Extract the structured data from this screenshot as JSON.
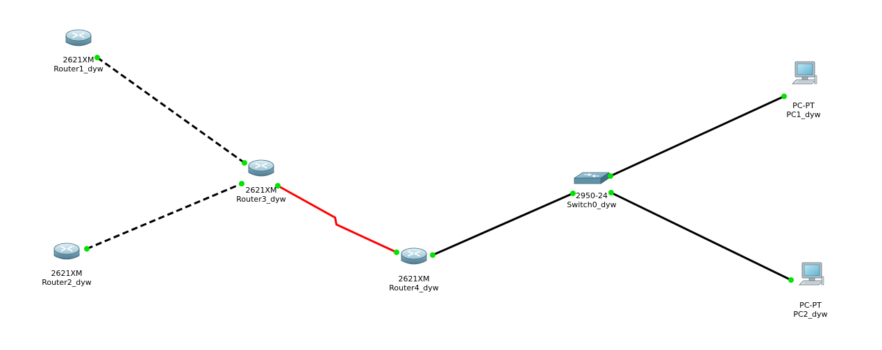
{
  "colors": {
    "link_up": "#00e400",
    "serial": "#ff0000",
    "cable": "#000000",
    "router_body": "#5d8ea3",
    "router_top": "#b9d7e3",
    "switch_body": "#5f92a8",
    "pc_body": "#c9d3d9"
  },
  "devices": [
    {
      "id": "r1",
      "type": "router",
      "model": "2621XM",
      "name": "Router1_dyw",
      "icon": "router-icon"
    },
    {
      "id": "r2",
      "type": "router",
      "model": "2621XM",
      "name": "Router2_dyw",
      "icon": "router-icon"
    },
    {
      "id": "r3",
      "type": "router",
      "model": "2621XM",
      "name": "Router3_dyw",
      "icon": "router-icon"
    },
    {
      "id": "r4",
      "type": "router",
      "model": "2621XM",
      "name": "Router4_dyw",
      "icon": "router-icon"
    },
    {
      "id": "sw0",
      "type": "switch",
      "model": "2950-24",
      "name": "Switch0_dyw",
      "icon": "switch-icon"
    },
    {
      "id": "pc1",
      "type": "pc",
      "model": "PC-PT",
      "name": "PC1_dyw",
      "icon": "pc-icon"
    },
    {
      "id": "pc2",
      "type": "pc",
      "model": "PC-PT",
      "name": "PC2_dyw",
      "icon": "pc-icon"
    }
  ],
  "links": [
    {
      "from": "r1",
      "to": "r3",
      "style": "crossover-dashed"
    },
    {
      "from": "r2",
      "to": "r3",
      "style": "crossover-dashed"
    },
    {
      "from": "r3",
      "to": "r4",
      "style": "serial"
    },
    {
      "from": "r4",
      "to": "sw0",
      "style": "straight"
    },
    {
      "from": "sw0",
      "to": "pc1",
      "style": "straight"
    },
    {
      "from": "sw0",
      "to": "pc2",
      "style": "straight"
    }
  ]
}
